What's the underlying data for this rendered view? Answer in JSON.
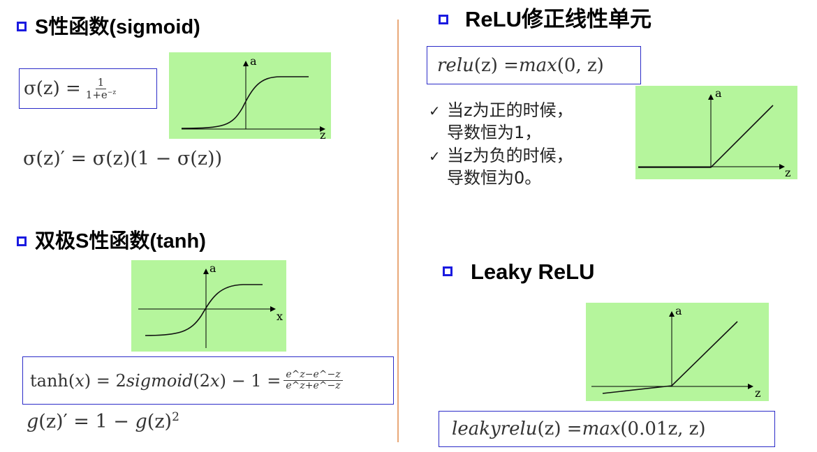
{
  "sigmoid": {
    "heading": "S性函数(sigmoid)",
    "f_lhs": "σ(z) = ",
    "f_num": "1",
    "f_den": "1+e",
    "f_den_exp": "−z",
    "deriv": "σ(z)′ = σ(z)(1 − σ(z))",
    "graph": {
      "ylabel": "a",
      "xlabel": "z"
    }
  },
  "tanh": {
    "heading": "双极S性函数(tanh)",
    "f_lhs": "tanh(",
    "f_x": "x",
    "f_mid": ") = 2",
    "f_sig": "sigmoid",
    "f_arg": "(2",
    "f_arg2": "x",
    "f_end": ") − 1 = ",
    "f_num": "e^z−e^−z",
    "f_den": "e^z+e^−z",
    "deriv_g1": "g",
    "deriv_a": "(z)′ = 1 − ",
    "deriv_g2": "g",
    "deriv_b": "(z)",
    "deriv_exp": "2",
    "graph": {
      "ylabel": "a",
      "xlabel": "x"
    }
  },
  "relu": {
    "heading": "ReLU修正线性单元",
    "formula_a": "relu",
    "formula_b": "(z) = ",
    "formula_c": "max",
    "formula_d": "(0, z)",
    "notes": [
      {
        "check": "✓",
        "text": "当z为正的时候，"
      },
      {
        "check": "",
        "text": "导数恒为1，"
      },
      {
        "check": "✓",
        "text": "当z为负的时候，"
      },
      {
        "check": "",
        "text": "导数恒为0。"
      }
    ],
    "graph": {
      "ylabel": "a",
      "xlabel": "z"
    }
  },
  "leaky": {
    "heading": "Leaky ReLU",
    "formula_a": "leakyrelu",
    "formula_b": "(z) = ",
    "formula_c": "max",
    "formula_d": "(0.01z, z)",
    "graph": {
      "ylabel": "a",
      "xlabel": "z"
    }
  }
}
